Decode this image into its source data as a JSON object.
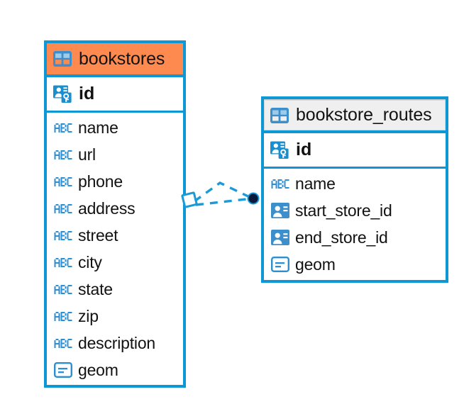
{
  "diagram": {
    "type": "entity-relationship-diagram",
    "background_color": "#ffffff",
    "accent_color": "#0d97d4",
    "entities": [
      {
        "id": "bookstores",
        "name": "bookstores",
        "header_color": "#ff8a50",
        "header_icon": "table-icon",
        "primary_key": {
          "name": "id",
          "icon": "primary-key-icon"
        },
        "fields": [
          {
            "name": "name",
            "icon": "abc-text-icon"
          },
          {
            "name": "url",
            "icon": "abc-text-icon"
          },
          {
            "name": "phone",
            "icon": "abc-text-icon"
          },
          {
            "name": "address",
            "icon": "abc-text-icon"
          },
          {
            "name": "street",
            "icon": "abc-text-icon"
          },
          {
            "name": "city",
            "icon": "abc-text-icon"
          },
          {
            "name": "state",
            "icon": "abc-text-icon"
          },
          {
            "name": "zip",
            "icon": "abc-text-icon"
          },
          {
            "name": "description",
            "icon": "abc-text-icon"
          },
          {
            "name": "geom",
            "icon": "geometry-icon"
          }
        ]
      },
      {
        "id": "bookstore_routes",
        "name": "bookstore_routes",
        "header_color": "#efefef",
        "header_icon": "table-icon",
        "primary_key": {
          "name": "id",
          "icon": "primary-key-icon"
        },
        "fields": [
          {
            "name": "name",
            "icon": "abc-text-icon"
          },
          {
            "name": "start_store_id",
            "icon": "foreign-key-icon"
          },
          {
            "name": "end_store_id",
            "icon": "foreign-key-icon"
          },
          {
            "name": "geom",
            "icon": "geometry-icon"
          }
        ]
      }
    ],
    "relationship": {
      "name": "bookstores-to-bookstore_routes",
      "line_style": "dashed",
      "line_color": "#0d97d4",
      "source_endpoint": "diamond-outline-marker",
      "target_endpoint": "filled-circle-marker",
      "target_endpoint_color": "#0b1a3a"
    },
    "abc_icon_text": "ABC"
  }
}
